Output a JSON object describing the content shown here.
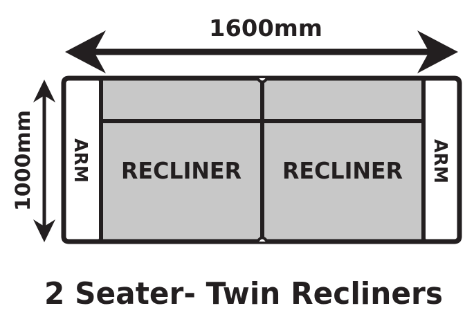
{
  "dimensions": {
    "width_label": "1600mm",
    "depth_label": "1000mm"
  },
  "sections": {
    "left_arm": "ARM",
    "recliner_left": "RECLINER",
    "recliner_right": "RECLINER",
    "right_arm": "ARM"
  },
  "caption": "2 Seater- Twin Recliners",
  "colors": {
    "outline": "#231f20",
    "cushion_fill": "#c8c8c8",
    "arm_fill": "#ffffff",
    "background": "#ffffff"
  }
}
